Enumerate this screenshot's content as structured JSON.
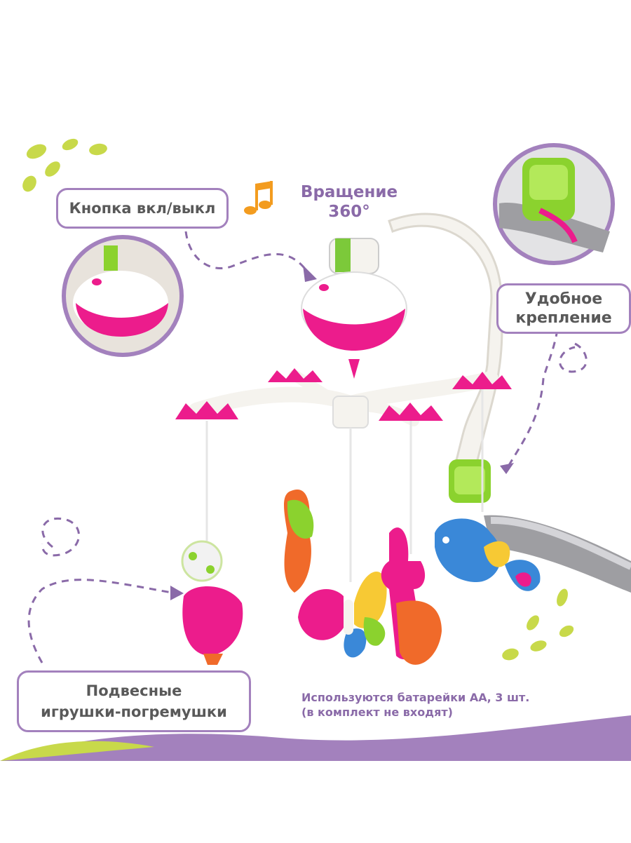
{
  "labels": {
    "power_button": "Кнопка вкл/выкл",
    "rotation_line1": "Вращение",
    "rotation_line2": "360°",
    "mount_line1": "Удобное",
    "mount_line2": "крепление",
    "toys_line1": "Подвесные",
    "toys_line2": "игрушки-погремушки",
    "battery_line1": "Используются батарейки АА, 3 шт.",
    "battery_line2": "(в комплект не входят)"
  },
  "colors": {
    "accent_purple": "#a381bd",
    "accent_green": "#c8d94a",
    "toy_pink": "#ec1c8c",
    "music_note_orange": "#f39c1f"
  },
  "icons": [
    "music-note-icon"
  ]
}
